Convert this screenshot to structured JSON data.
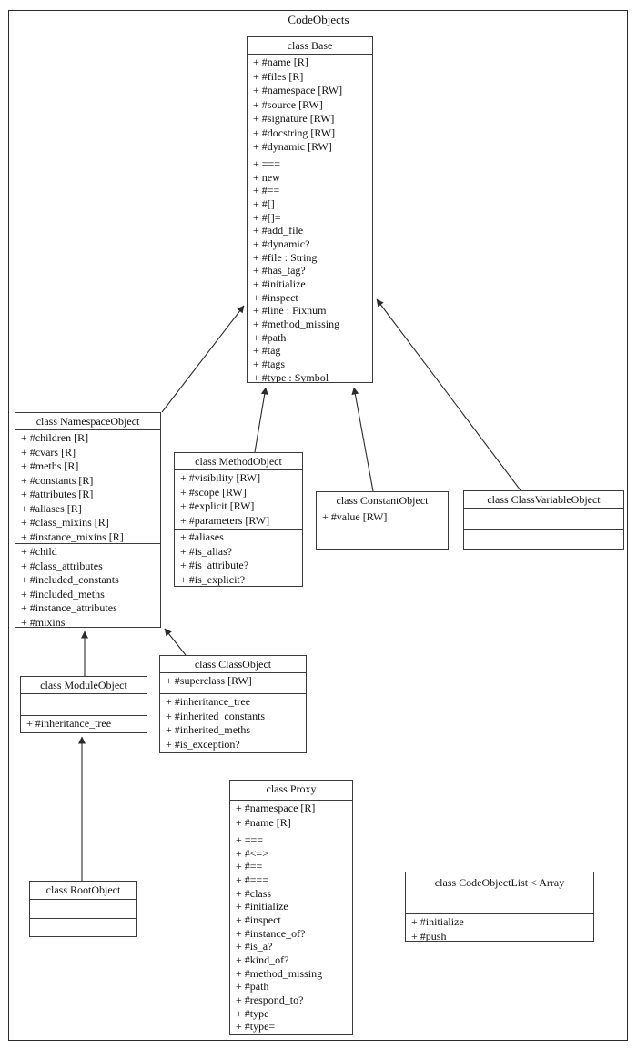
{
  "diagram": {
    "title": "CodeObjects",
    "type": "uml-class-diagram"
  },
  "classes": [
    {
      "name": "Base",
      "title": "class Base",
      "attributes": [
        "+ #name [R]",
        "+ #files [R]",
        "+ #namespace [RW]",
        "+ #source [RW]",
        "+ #signature [RW]",
        "+ #docstring [RW]",
        "+ #dynamic [RW]"
      ],
      "methods": [
        "+ ===",
        "+ new",
        "+ #==",
        "+ #[]",
        "+ #[]=",
        "+ #add_file",
        "+ #dynamic?",
        "+ #file : String",
        "+ #has_tag?",
        "+ #initialize",
        "+ #inspect",
        "+ #line : Fixnum",
        "+ #method_missing",
        "+ #path",
        "+ #tag",
        "+ #tags",
        "+ #type : Symbol"
      ]
    },
    {
      "name": "NamespaceObject",
      "title": "class NamespaceObject",
      "attributes": [
        "+ #children [R]",
        "+ #cvars [R]",
        "+ #meths [R]",
        "+ #constants [R]",
        "+ #attributes [R]",
        "+ #aliases [R]",
        "+ #class_mixins [R]",
        "+ #instance_mixins [R]"
      ],
      "methods": [
        "+ #child",
        "+ #class_attributes",
        "+ #included_constants",
        "+ #included_meths",
        "+ #instance_attributes",
        "+ #mixins"
      ]
    },
    {
      "name": "MethodObject",
      "title": "class MethodObject",
      "attributes": [
        "+ #visibility [RW]",
        "+ #scope [RW]",
        "+ #explicit [RW]",
        "+ #parameters [RW]"
      ],
      "methods": [
        "+ #aliases",
        "+ #is_alias?",
        "+ #is_attribute?",
        "+ #is_explicit?"
      ]
    },
    {
      "name": "ConstantObject",
      "title": "class ConstantObject",
      "attributes": [
        "+ #value [RW]"
      ],
      "methods": []
    },
    {
      "name": "ClassVariableObject",
      "title": "class ClassVariableObject",
      "attributes": [],
      "methods": []
    },
    {
      "name": "ModuleObject",
      "title": "class ModuleObject",
      "attributes": [],
      "methods": [
        "+ #inheritance_tree"
      ]
    },
    {
      "name": "ClassObject",
      "title": "class ClassObject",
      "attributes": [
        "+ #superclass [RW]"
      ],
      "methods": [
        "+ #inheritance_tree",
        "+ #inherited_constants",
        "+ #inherited_meths",
        "+ #is_exception?"
      ]
    },
    {
      "name": "RootObject",
      "title": "class RootObject",
      "attributes": [],
      "methods": []
    },
    {
      "name": "Proxy",
      "title": "class Proxy",
      "attributes": [
        "+ #namespace [R]",
        "+ #name [R]"
      ],
      "methods": [
        "+ ===",
        "+ #<=>",
        "+ #==",
        "+ #===",
        "+ #class",
        "+ #initialize",
        "+ #inspect",
        "+ #instance_of?",
        "+ #is_a?",
        "+ #kind_of?",
        "+ #method_missing",
        "+ #path",
        "+ #respond_to?",
        "+ #type",
        "+ #type="
      ]
    },
    {
      "name": "CodeObjectList",
      "title": "class CodeObjectList < Array",
      "attributes": [],
      "methods": [
        "+ #initialize",
        "+ #push"
      ]
    }
  ],
  "edges": [
    {
      "from": "NamespaceObject",
      "to": "Base",
      "type": "inheritance"
    },
    {
      "from": "MethodObject",
      "to": "Base",
      "type": "inheritance"
    },
    {
      "from": "ConstantObject",
      "to": "Base",
      "type": "inheritance"
    },
    {
      "from": "ClassVariableObject",
      "to": "Base",
      "type": "inheritance"
    },
    {
      "from": "ModuleObject",
      "to": "NamespaceObject",
      "type": "inheritance"
    },
    {
      "from": "ClassObject",
      "to": "NamespaceObject",
      "type": "inheritance"
    },
    {
      "from": "RootObject",
      "to": "ModuleObject",
      "type": "inheritance"
    }
  ],
  "colors": {
    "background": "#ffffff",
    "line": "#2b2b2b",
    "text": "#111111"
  }
}
